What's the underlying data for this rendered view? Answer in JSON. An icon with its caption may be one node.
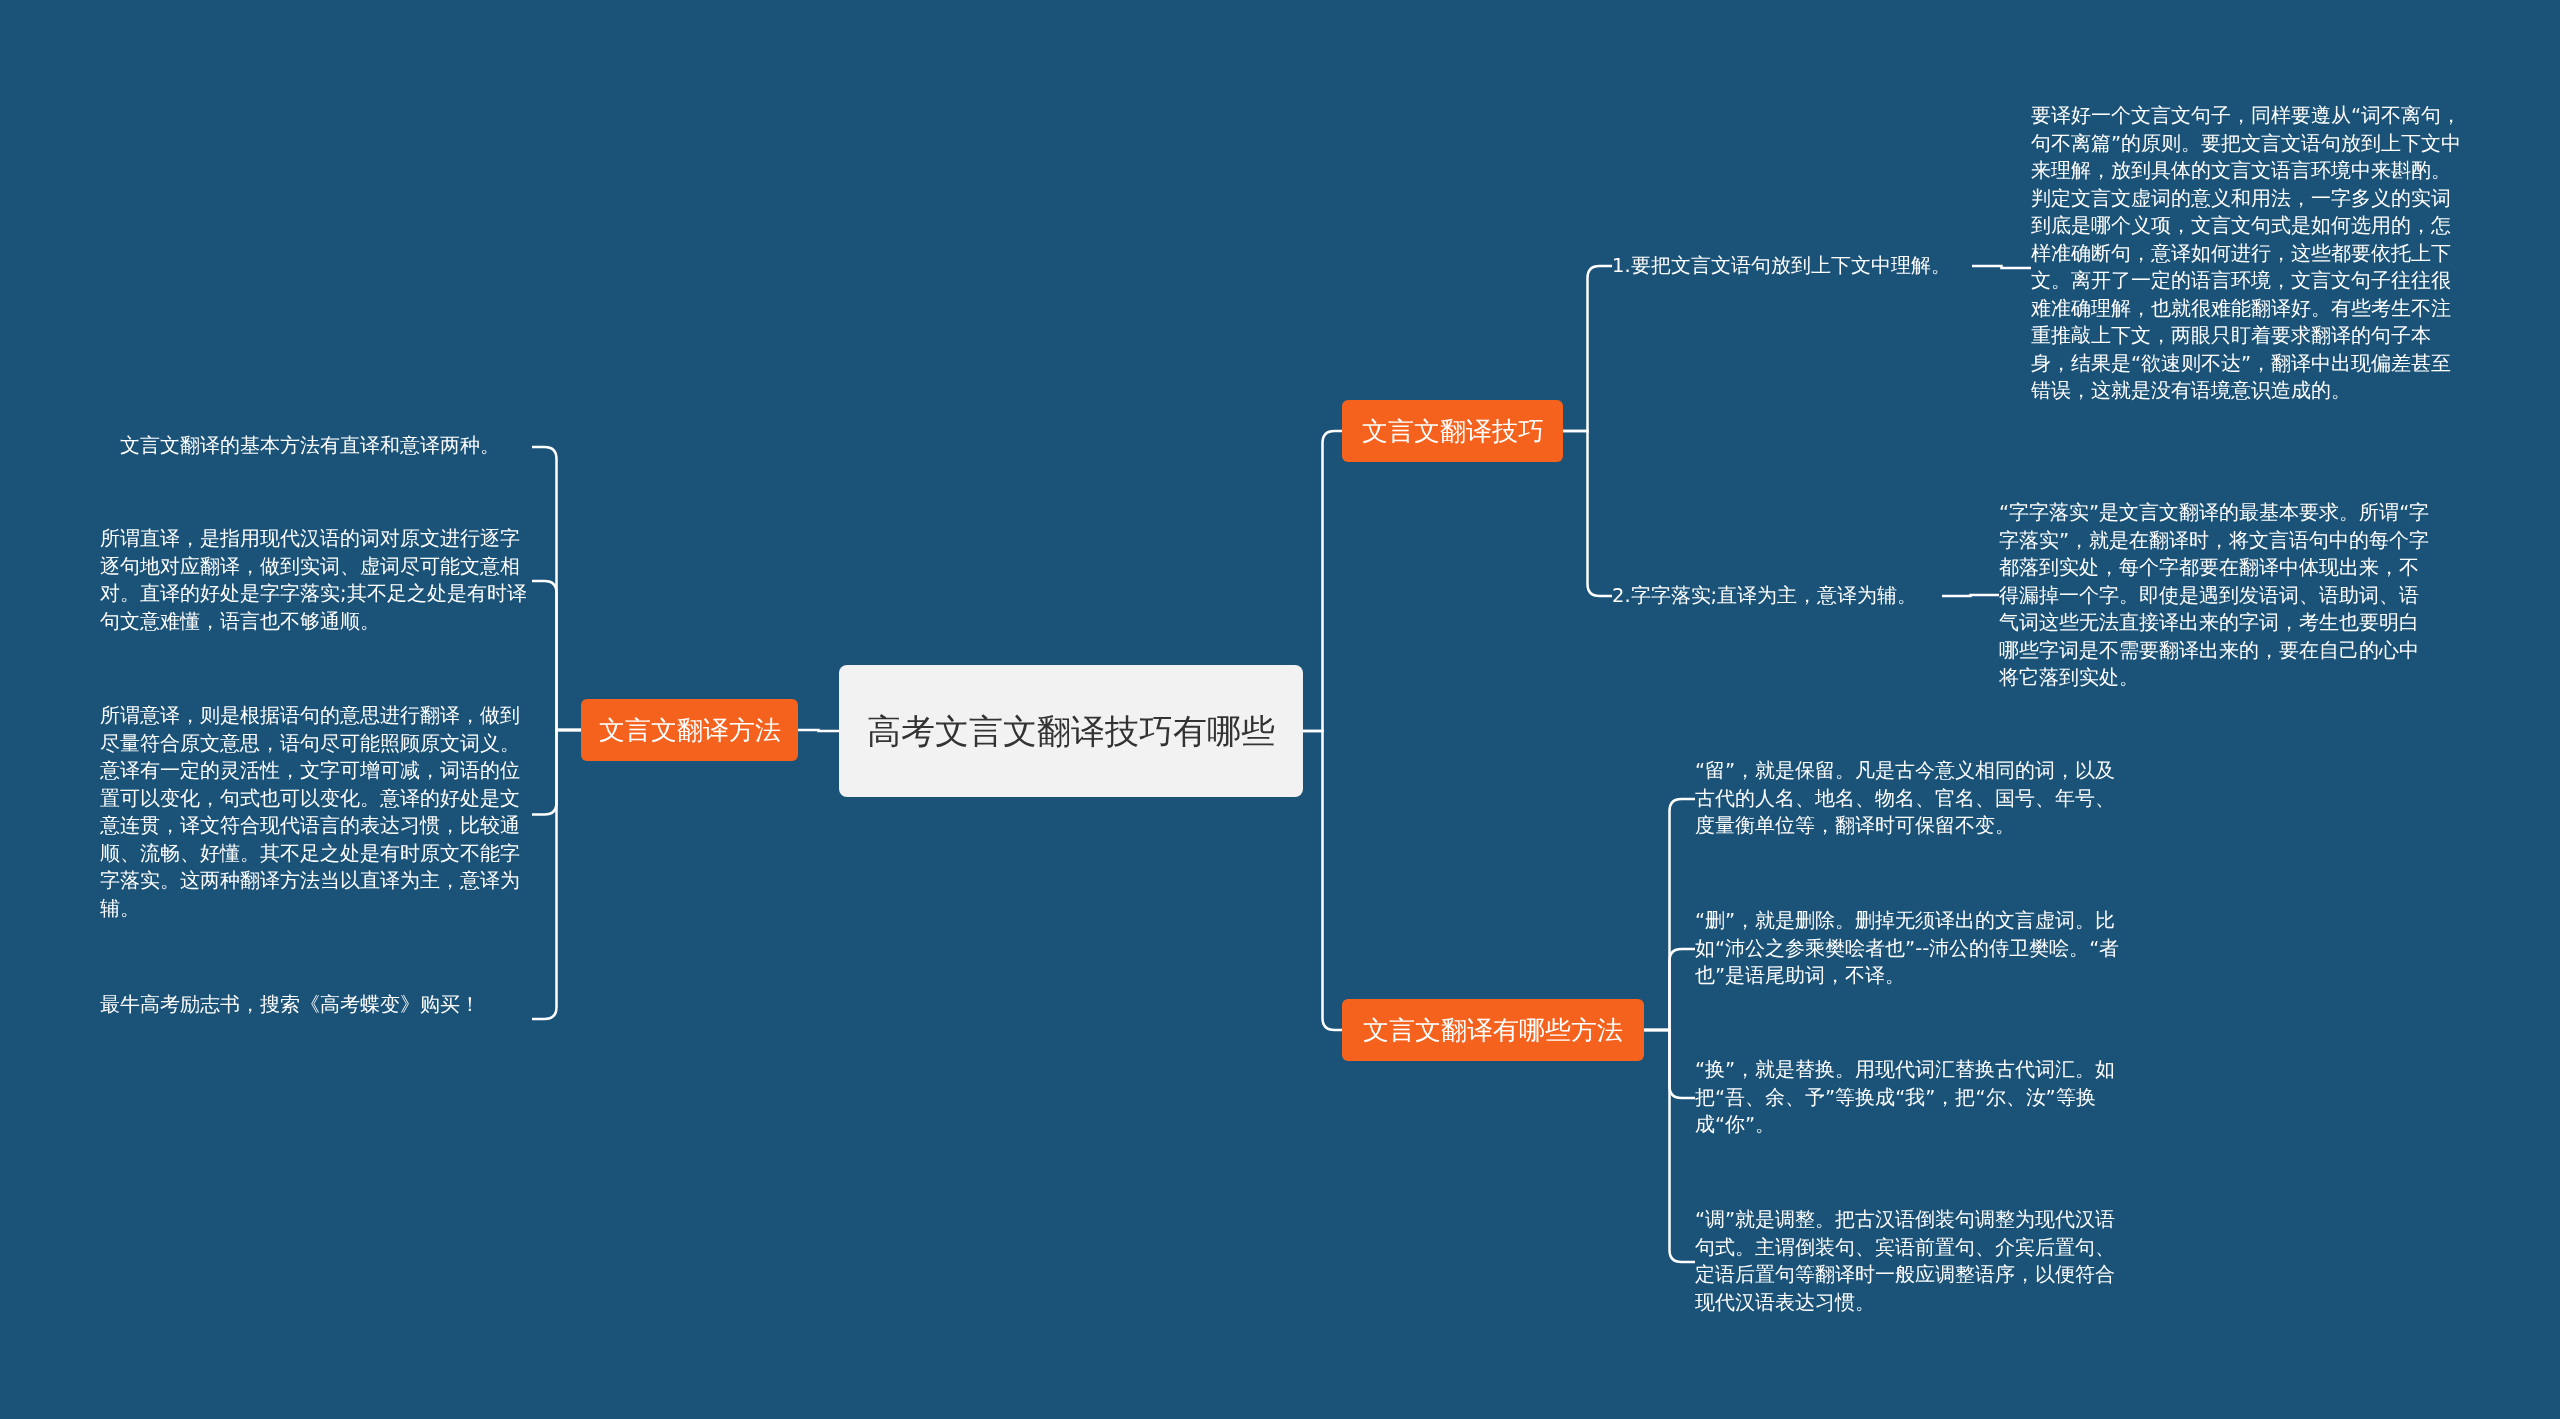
{
  "diagram": {
    "nodes": [
      {
        "text": [
          "高考文言文翻译技巧有哪些"
        ]
      },
      {
        "text": [
          "文言文翻译方法"
        ]
      },
      {
        "text": [
          "文言文翻译技巧"
        ]
      },
      {
        "text": [
          "文言文翻译有哪些方法"
        ]
      },
      {
        "text": [
          "文言文翻译的基本方法有直译和意译两种。"
        ]
      },
      {
        "text": [
          "所谓直译，是指用现代汉语的词对原文进行逐字逐句地对应翻译，做到实词、虚词尽可能文意相对。直译的好处是字字落实;其不足之处是有时译句文意难懂，语言也不够通顺。"
        ]
      },
      {
        "text": [
          "所谓意译，则是根据语句的意思进行翻译，做到尽量符合原文意思，语句尽可能照顾原文词义。意译有一定的灵活性，文字可增可减，词语的位置可以变化，句式也可以变化。意译的好处是文意连贯，译文符合现代语言的表达习惯，比较通顺、流畅、好懂。其不足之处是有时原文不能字字落实。这两种翻译方法当以直译为主，意译为辅。"
        ]
      },
      {
        "text": [
          "最牛高考励志书，搜索《高考蝶变》购买！"
        ]
      },
      {
        "text": [
          "1.要把文言文语句放到上下文中理解。"
        ]
      },
      {
        "text": [
          "要译好一个文言文句子，同样要遵从“词不离句，句不离篇”的原则。要把文言文语句放到上下文中来理解，放到具体的文言文语言环境中来斟酌。判定文言文虚词的意义和用法，一字多义的实词到底是哪个义项，文言文句式是如何选用的，怎样准确断句，意译如何进行，这些都要依托上下文。离开了一定的语言环境，文言文句子往往很难准确理解，也就很难能翻译好。有些考生不注重推敲上下文，两眼只盯着要求翻译的句子本身，结果是“欲速则不达”，翻译中出现偏差甚至错误，这就是没有语境意识造成的。"
        ]
      },
      {
        "text": [
          "2.字字落实;直译为主，意译为辅。"
        ]
      },
      {
        "text": [
          "“字字落实”是文言文翻译的最基本要求。所谓“字字落实”，就是在翻译时，将文言语句中的每个字都落到实处，每个字都要在翻译中体现出来，不得漏掉一个字。即使是遇到发语词、语助词、语气词这些无法直接译出来的字词，考生也要明白哪些字词是不需要翻译出来的，要在自己的心中将它落到实处。"
        ]
      },
      {
        "text": [
          "“留”，就是保留。凡是古今意义相同的词，以及古代的人名、地名、物名、官名、国号、年号、度量衡单位等，翻译时可保留不变。"
        ]
      },
      {
        "text": [
          "“删”，就是删除。删掉无须译出的文言虚词。比如“沛公之参乘樊哙者也”--沛公的侍卫樊哙。“者也”是语尾助词，不译。"
        ]
      },
      {
        "text": [
          "“换”，就是替换。用现代词汇替换古代词汇。如把“吾、余、予”等换成“我”，把“尔、汝”等换成“你”。"
        ]
      },
      {
        "text": [
          "“调”就是调整。把古汉语倒装句调整为现代汉语句式。主谓倒装句、宾语前置句、介宾后置句、定语后置句等翻译时一般应调整语序，以便符合现代汉语表达习惯。"
        ]
      }
    ],
    "edges": [
      {
        "from": 0,
        "to": 1,
        "arrow": "none"
      },
      {
        "from": 0,
        "to": 2,
        "arrow": "none"
      },
      {
        "from": 0,
        "to": 3,
        "arrow": "none"
      },
      {
        "from": 1,
        "to": 4,
        "arrow": "none"
      },
      {
        "from": 1,
        "to": 5,
        "arrow": "none"
      },
      {
        "from": 1,
        "to": 6,
        "arrow": "none"
      },
      {
        "from": 1,
        "to": 7,
        "arrow": "none"
      },
      {
        "from": 2,
        "to": 8,
        "arrow": "none"
      },
      {
        "from": 2,
        "to": 10,
        "arrow": "none"
      },
      {
        "from": 8,
        "to": 9,
        "arrow": "none"
      },
      {
        "from": 10,
        "to": 11,
        "arrow": "none"
      },
      {
        "from": 3,
        "to": 12,
        "arrow": "none"
      },
      {
        "from": 3,
        "to": 13,
        "arrow": "none"
      },
      {
        "from": 3,
        "to": 14,
        "arrow": "none"
      },
      {
        "from": 3,
        "to": 15,
        "arrow": "none"
      }
    ]
  }
}
